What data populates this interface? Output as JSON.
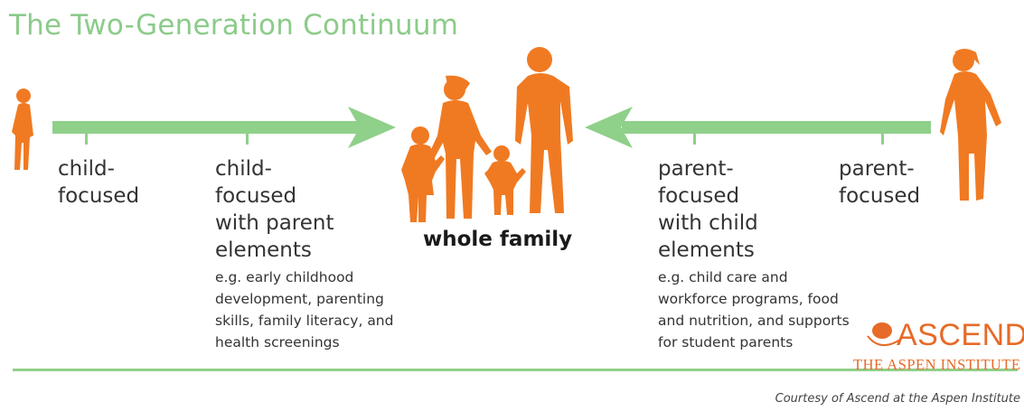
{
  "title": "The Two-Generation Continuum",
  "stages": [
    {
      "label": [
        "child-",
        "focused"
      ],
      "examples": []
    },
    {
      "label": [
        "child-",
        "focused",
        "with parent",
        "elements"
      ],
      "examples": [
        "e.g. early childhood",
        "development, parenting",
        "skills, family literacy, and",
        "health screenings"
      ]
    },
    {
      "label": [
        "parent-",
        "focused",
        "with child",
        "elements"
      ],
      "examples": [
        "e.g. child care and",
        "workforce programs, food",
        "and nutrition, and supports",
        "for student parents"
      ]
    },
    {
      "label": [
        "parent-",
        "focused"
      ],
      "examples": []
    }
  ],
  "center_label": "whole family",
  "logo": {
    "name": "ASCEND",
    "subtitle": "THE ASPEN INSTITUTE"
  },
  "credit": "Courtesy of Ascend at the Aspen Institute",
  "colors": {
    "arrow": "#8fd08a",
    "figure": "#f07a22",
    "title": "#8ccb8a",
    "text": "#333333",
    "logo": "#e66a28"
  }
}
